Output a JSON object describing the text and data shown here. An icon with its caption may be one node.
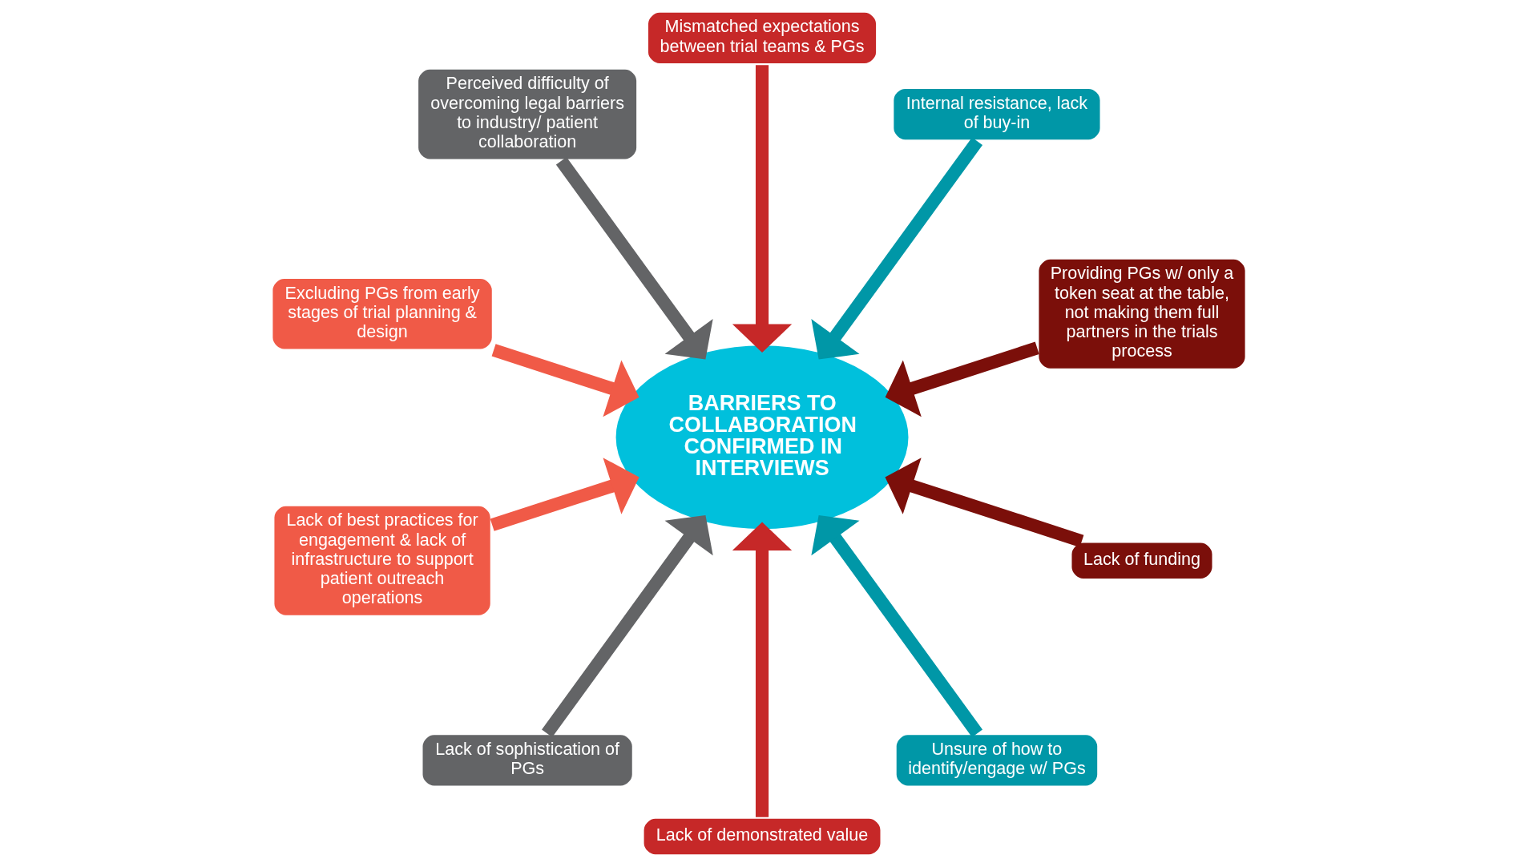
{
  "diagram": {
    "nodes": [
      {
        "text": [
          "Providing PGs w/ only a token seat at the table, not making them full partners in the trials process"
        ]
      },
      {
        "text": [
          "Internal resistance, lack of buy-in"
        ]
      },
      {
        "text": [
          "Mismatched expectations between trial teams & PGs"
        ]
      },
      {
        "text": [
          "Perceived difficulty of overcoming legal barriers to industry/ patient collaboration"
        ]
      },
      {
        "text": [
          "Excluding PGs from early stages of trial planning & design"
        ]
      },
      {
        "text": [
          "Lack of best practices for engagement & lack of infrastructure to support patient outreach operations"
        ]
      },
      {
        "text": [
          "Lack of sophistication of PGs"
        ]
      },
      {
        "text": [
          "BARRIERS TO COLLABORATION CONFIRMED IN INTERVIEWS"
        ]
      },
      {
        "text": [
          "Lack of demonstrated value"
        ]
      },
      {
        "text": [
          "Unsure of how to identify/engage w/ PGs"
        ]
      },
      {
        "text": [
          "Lack of funding"
        ]
      }
    ],
    "edges": [
      {
        "from": 0,
        "to": 7,
        "arrow": "to",
        "color": "#7b0f0a"
      },
      {
        "from": 1,
        "to": 7,
        "arrow": "to",
        "color": "#0097a7"
      },
      {
        "from": 2,
        "to": 7,
        "arrow": "to",
        "color": "#c62828"
      },
      {
        "from": 3,
        "to": 7,
        "arrow": "to",
        "color": "#636466"
      },
      {
        "from": 4,
        "to": 7,
        "arrow": "to",
        "color": "#f05a47"
      },
      {
        "from": 5,
        "to": 7,
        "arrow": "to",
        "color": "#f05a47"
      },
      {
        "from": 6,
        "to": 7,
        "arrow": "to",
        "color": "#636466"
      },
      {
        "from": 8,
        "to": 7,
        "arrow": "to",
        "color": "#c62828"
      },
      {
        "from": 9,
        "to": 7,
        "arrow": "to",
        "color": "#0097a7"
      },
      {
        "from": 10,
        "to": 7,
        "arrow": "to",
        "color": "#7b0f0a"
      }
    ]
  }
}
